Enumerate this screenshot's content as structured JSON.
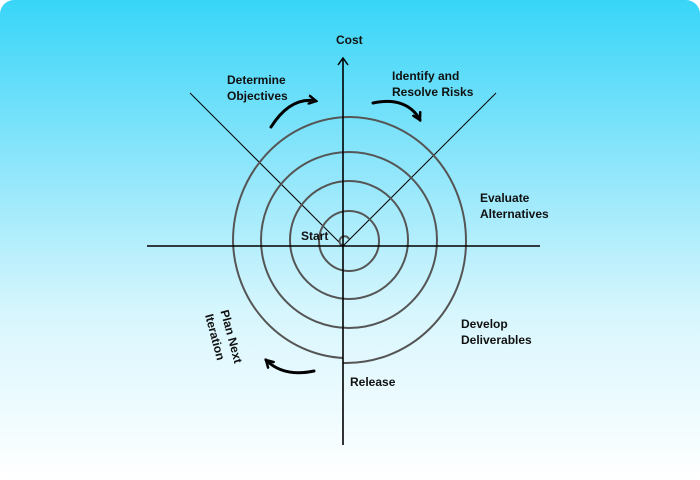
{
  "diagram": {
    "axis_label_top": "Cost",
    "start_label": "Start",
    "phases": {
      "determine_objectives": [
        "Determine",
        "Objectives"
      ],
      "identify_risks": [
        "Identify and",
        "Resolve Risks"
      ],
      "evaluate_alternatives": [
        "Evaluate",
        "Alternatives"
      ],
      "develop_deliverables": [
        "Develop",
        "Deliverables"
      ],
      "plan_next_iteration": [
        "Plan Next",
        "Iteration"
      ],
      "release": "Release"
    },
    "colors": {
      "spiral": "#555555",
      "axes": "#000000",
      "bg_top": "#38d5f8",
      "bg_bottom": "#ffffff"
    }
  }
}
